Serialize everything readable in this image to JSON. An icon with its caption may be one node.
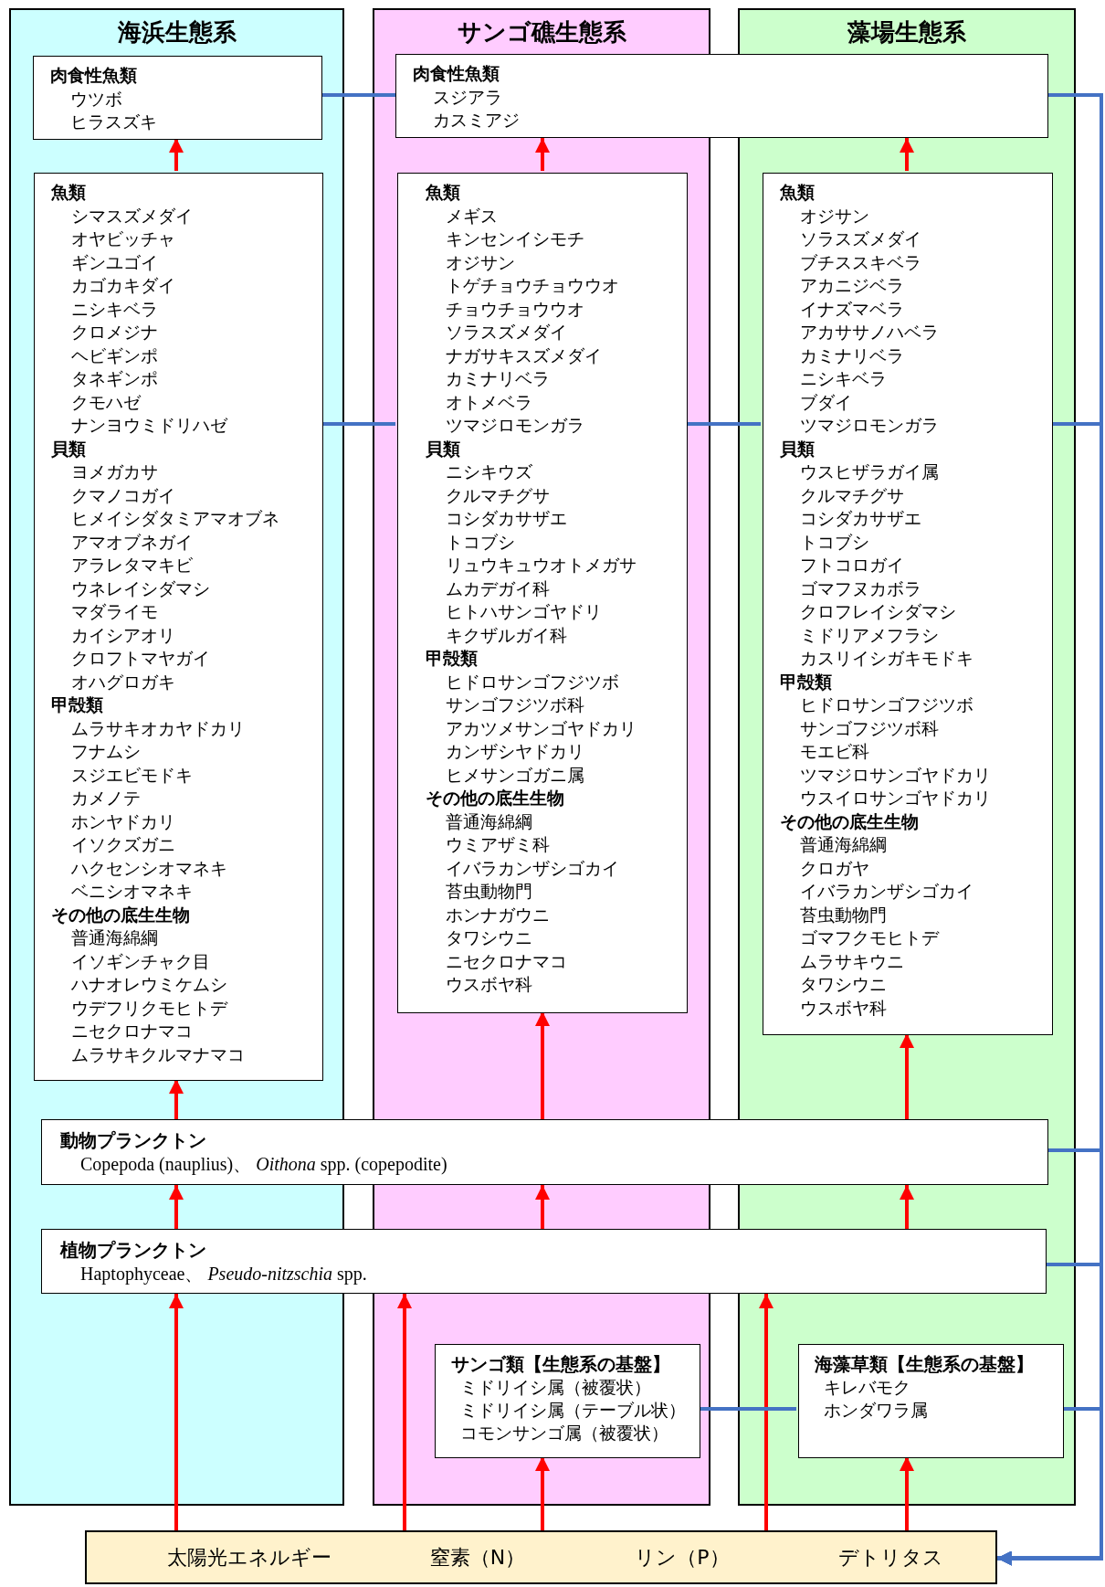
{
  "diagram": {
    "nodes": [
      {
        "text": [
          "海浜生態系"
        ]
      },
      {
        "text": [
          "サンゴ礁生態系"
        ]
      },
      {
        "text": [
          "藻場生態系"
        ]
      },
      {
        "text": [
          "肉食性魚類",
          "ウツボ",
          "ヒラスズキ"
        ],
        "in": 0
      },
      {
        "text": [
          "肉食性魚類",
          "スジアラ",
          "カスミアジ"
        ]
      },
      {
        "text": [
          "魚類",
          "シマスズメダイ",
          "オヤビッチャ",
          "ギンユゴイ",
          "カゴカキダイ",
          "ニシキベラ",
          "クロメジナ",
          "ヘビギンポ",
          "タネギンポ",
          "クモハゼ",
          "ナンヨウミドリハゼ",
          "貝類",
          "ヨメガカサ",
          "クマノコガイ",
          "ヒメイシダタミアマオブネ",
          "アマオブネガイ",
          "アラレタマキビ",
          "ウネレイシダマシ",
          "マダライモ",
          "カイシアオリ",
          "クロフトマヤガイ",
          "オハグロガキ",
          "甲殻類",
          "ムラサキオカヤドカリ",
          "フナムシ",
          "スジエビモドキ",
          "カメノテ",
          "ホンヤドカリ",
          "イソクズガニ",
          "ハクセンシオマネキ",
          "ベニシオマネキ",
          "その他の底生生物",
          "普通海綿綱",
          "イソギンチャク目",
          "ハナオレウミケムシ",
          "ウデフリクモヒトデ",
          "ニセクロナマコ",
          "ムラサキクルマナマコ"
        ],
        "in": 0
      },
      {
        "text": [
          "魚類",
          "メギス",
          "キンセンイシモチ",
          "オジサン",
          "トゲチョウチョウウオ",
          "チョウチョウウオ",
          "ソラスズメダイ",
          "ナガサキスズメダイ",
          "カミナリベラ",
          "オトメベラ",
          "ツマジロモンガラ",
          "貝類",
          "ニシキウズ",
          "クルマチグサ",
          "コシダカサザエ",
          "トコブシ",
          "リュウキュウオトメガサ",
          "ムカデガイ科",
          "ヒトハサンゴヤドリ",
          "キクザルガイ科",
          "甲殻類",
          "ヒドロサンゴフジツボ",
          "サンゴフジツボ科",
          "アカツメサンゴヤドカリ",
          "カンザシヤドカリ",
          "ヒメサンゴガニ属",
          "その他の底生生物",
          "普通海綿綱",
          "ウミアザミ科",
          "イバラカンザシゴカイ",
          "苔虫動物門",
          "ホンナガウニ",
          "タワシウニ",
          "ニセクロナマコ",
          "ウスボヤ科"
        ],
        "in": 1
      },
      {
        "text": [
          "魚類",
          "オジサン",
          "ソラスズメダイ",
          "ブチススキベラ",
          "アカニジベラ",
          "イナズマベラ",
          "アカササノハベラ",
          "カミナリベラ",
          "ニシキベラ",
          "ブダイ",
          "ツマジロモンガラ",
          "貝類",
          "ウスヒザラガイ属",
          "クルマチグサ",
          "コシダカサザエ",
          "トコブシ",
          "フトコロガイ",
          "ゴマフヌカボラ",
          "クロフレイシダマシ",
          "ミドリアメフラシ",
          "カスリイシガキモドキ",
          "甲殻類",
          "ヒドロサンゴフジツボ",
          "サンゴフジツボ科",
          "モエビ科",
          "ツマジロサンゴヤドカリ",
          "ウスイロサンゴヤドカリ",
          "その他の底生生物",
          "普通海綿綱",
          "クロガヤ",
          "イバラカンザシゴカイ",
          "苔虫動物門",
          "ゴマフクモヒトデ",
          "ムラサキウニ",
          "タワシウニ",
          "ウスボヤ科"
        ],
        "in": 2
      },
      {
        "text": [
          "動物プランクトン",
          "Copepoda (nauplius)、 *Oithona* spp. (copepodite)"
        ]
      },
      {
        "text": [
          "植物プランクトン",
          "Haptophyceae、 *Pseudo-nitzschia* spp."
        ]
      },
      {
        "text": [
          "サンゴ類【生態系の基盤】",
          "ミドリイシ属（被覆状）",
          "ミドリイシ属（テーブル状）",
          "コモンサンゴ属（被覆状）"
        ],
        "in": 1
      },
      {
        "text": [
          "海藻草類【生態系の基盤】",
          "キレバモク",
          "ホンダワラ属"
        ],
        "in": 2
      },
      {
        "text": [
          "太陽光エネルギー",
          "窒素（N）",
          "リン（P）",
          "デトリタス"
        ]
      }
    ],
    "edges": [
      {
        "from": 5,
        "to": 3,
        "arrow": "to"
      },
      {
        "from": 6,
        "to": 4,
        "arrow": "to"
      },
      {
        "from": 7,
        "to": 4,
        "arrow": "to"
      },
      {
        "from": 8,
        "to": 5,
        "arrow": "to"
      },
      {
        "from": 8,
        "to": 6,
        "arrow": "to"
      },
      {
        "from": 8,
        "to": 7,
        "arrow": "to"
      },
      {
        "from": 9,
        "to": 8,
        "arrow": "to"
      },
      {
        "from": 9,
        "to": 8,
        "arrow": "to"
      },
      {
        "from": 9,
        "to": 8,
        "arrow": "to"
      },
      {
        "from": 12,
        "to": 9,
        "arrow": "to"
      },
      {
        "from": 12,
        "to": 9,
        "arrow": "to"
      },
      {
        "from": 12,
        "to": 10,
        "arrow": "to"
      },
      {
        "from": 12,
        "to": 9,
        "arrow": "to"
      },
      {
        "from": 12,
        "to": 11,
        "arrow": "to"
      },
      {
        "from": 3,
        "to": 4,
        "arrow": "none",
        "color": "#4472c4"
      },
      {
        "from": 5,
        "to": 6,
        "arrow": "none",
        "color": "#4472c4"
      },
      {
        "from": 6,
        "to": 7,
        "arrow": "none",
        "color": "#4472c4"
      },
      {
        "from": 10,
        "to": 11,
        "arrow": "none",
        "color": "#4472c4"
      },
      {
        "from": 4,
        "to": 12,
        "arrow": "to",
        "color": "#4472c4"
      },
      {
        "from": 7,
        "to": 12,
        "arrow": "to",
        "color": "#4472c4"
      },
      {
        "from": 8,
        "to": 12,
        "arrow": "to",
        "color": "#4472c4"
      },
      {
        "from": 9,
        "to": 12,
        "arrow": "to",
        "color": "#4472c4"
      },
      {
        "from": 11,
        "to": 12,
        "arrow": "to",
        "color": "#4472c4"
      }
    ]
  }
}
